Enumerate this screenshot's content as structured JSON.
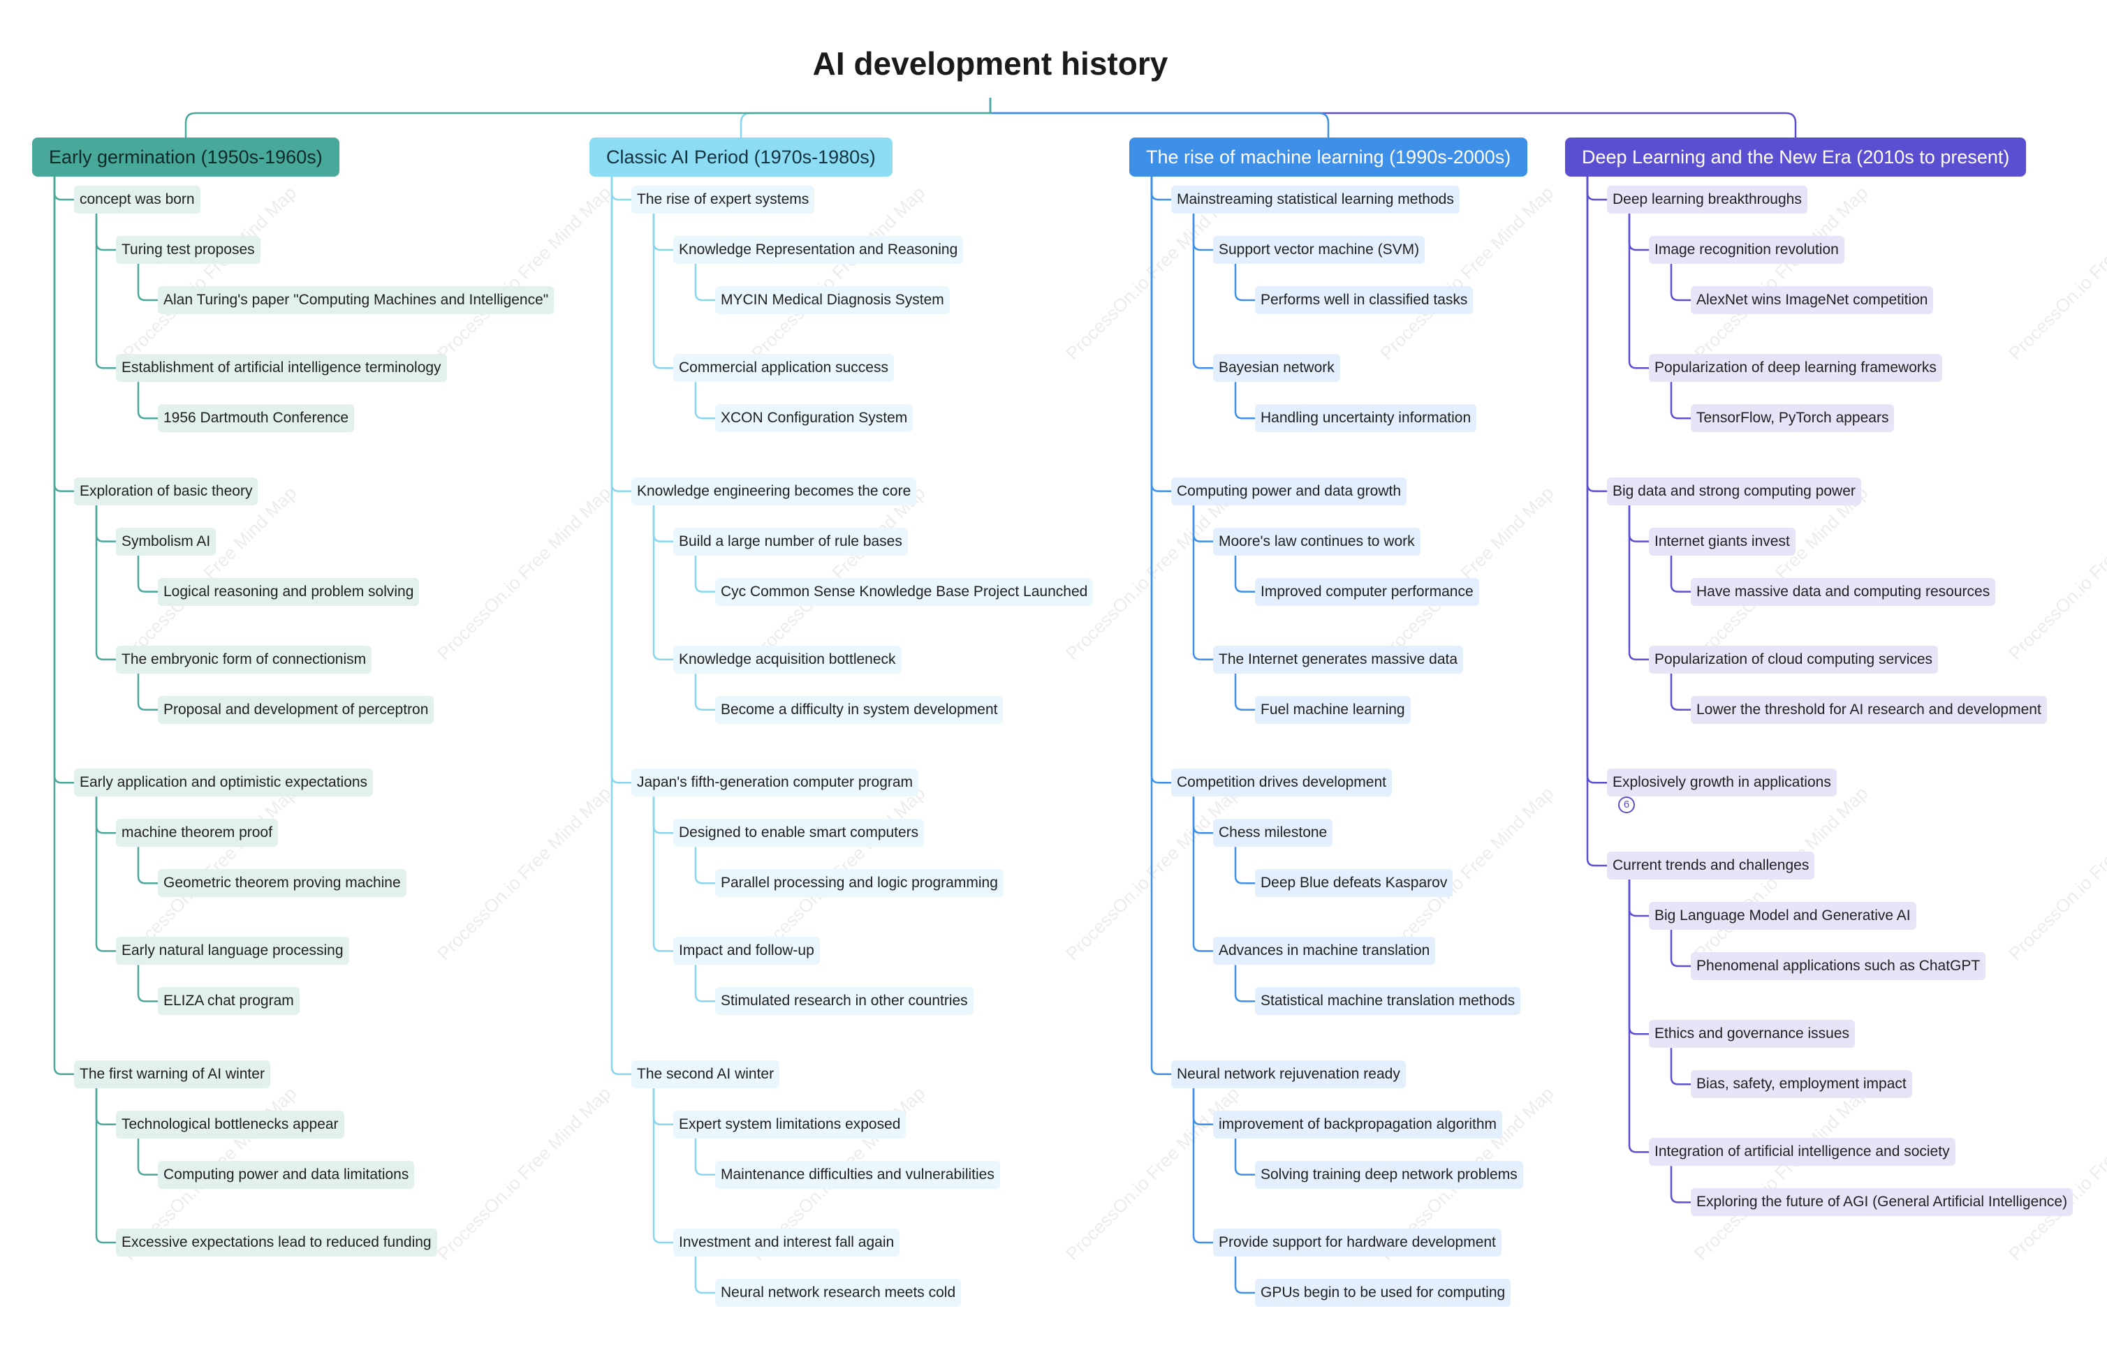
{
  "title": "AI development history",
  "watermark_text": "ProcessOn.io Free Mind Map",
  "branches": [
    {
      "label": "Early germination (1950s-1960s)",
      "color": "#48a89a",
      "bg": "#48a89a",
      "text_color": "#0f2b27",
      "node_bg": "#e2f1ee",
      "children": [
        {
          "label": "concept was born",
          "children": [
            {
              "label": "Turing test proposes",
              "children": [
                {
                  "label": "Alan Turing's paper \"Computing Machines and Intelligence\""
                }
              ]
            },
            {
              "label": "Establishment of artificial intelligence terminology",
              "children": [
                {
                  "label": "1956 Dartmouth Conference"
                }
              ]
            }
          ]
        },
        {
          "label": "Exploration of basic theory",
          "children": [
            {
              "label": "Symbolism AI",
              "children": [
                {
                  "label": "Logical reasoning and problem solving"
                }
              ]
            },
            {
              "label": "The embryonic form of connectionism",
              "children": [
                {
                  "label": "Proposal and development of perceptron"
                }
              ]
            }
          ]
        },
        {
          "label": "Early application and optimistic expectations",
          "children": [
            {
              "label": "machine theorem proof",
              "children": [
                {
                  "label": "Geometric theorem proving machine"
                }
              ]
            },
            {
              "label": "Early natural language processing",
              "children": [
                {
                  "label": "ELIZA chat program"
                }
              ]
            }
          ]
        },
        {
          "label": "The first warning of AI winter",
          "children": [
            {
              "label": "Technological bottlenecks appear",
              "children": [
                {
                  "label": "Computing power and data limitations"
                }
              ]
            },
            {
              "label": "Excessive expectations lead to reduced funding",
              "children": []
            }
          ]
        }
      ]
    },
    {
      "label": "Classic AI Period (1970s-1980s)",
      "color": "#86d6ef",
      "bg": "#8cdcf4",
      "text_color": "#14323f",
      "node_bg": "#eaf7fc",
      "children": [
        {
          "label": "The rise of expert systems",
          "children": [
            {
              "label": "Knowledge Representation and Reasoning",
              "children": [
                {
                  "label": "MYCIN Medical Diagnosis System"
                }
              ]
            },
            {
              "label": "Commercial application success",
              "children": [
                {
                  "label": "XCON Configuration System"
                }
              ]
            }
          ]
        },
        {
          "label": "Knowledge engineering becomes the core",
          "children": [
            {
              "label": "Build a large number of rule bases",
              "children": [
                {
                  "label": "Cyc Common Sense Knowledge Base Project Launched"
                }
              ]
            },
            {
              "label": "Knowledge acquisition bottleneck",
              "children": [
                {
                  "label": "Become a difficulty in system development"
                }
              ]
            }
          ]
        },
        {
          "label": "Japan's fifth-generation computer program",
          "children": [
            {
              "label": "Designed to enable smart computers",
              "children": [
                {
                  "label": "Parallel processing and logic programming"
                }
              ]
            },
            {
              "label": "Impact and follow-up",
              "children": [
                {
                  "label": "Stimulated research in other countries"
                }
              ]
            }
          ]
        },
        {
          "label": "The second AI winter",
          "children": [
            {
              "label": "Expert system limitations exposed",
              "children": [
                {
                  "label": "Maintenance difficulties and vulnerabilities"
                }
              ]
            },
            {
              "label": "Investment and interest fall again",
              "children": [
                {
                  "label": "Neural network research meets cold"
                }
              ]
            }
          ]
        }
      ]
    },
    {
      "label": "The rise of machine learning (1990s-2000s)",
      "color": "#3d8fe8",
      "bg": "#3d8fe8",
      "text_color": "#ffffff",
      "node_bg": "#e3effc",
      "children": [
        {
          "label": "Mainstreaming statistical learning methods",
          "children": [
            {
              "label": "Support vector machine (SVM)",
              "children": [
                {
                  "label": "Performs well in classified tasks"
                }
              ]
            },
            {
              "label": "Bayesian network",
              "children": [
                {
                  "label": "Handling uncertainty information"
                }
              ]
            }
          ]
        },
        {
          "label": "Computing power and data growth",
          "children": [
            {
              "label": "Moore's law continues to work",
              "children": [
                {
                  "label": "Improved computer performance"
                }
              ]
            },
            {
              "label": "The Internet generates massive data",
              "children": [
                {
                  "label": "Fuel machine learning"
                }
              ]
            }
          ]
        },
        {
          "label": "Competition drives development",
          "children": [
            {
              "label": "Chess milestone",
              "children": [
                {
                  "label": "Deep Blue defeats Kasparov"
                }
              ]
            },
            {
              "label": "Advances in machine translation",
              "children": [
                {
                  "label": "Statistical machine translation methods"
                }
              ]
            }
          ]
        },
        {
          "label": "Neural network rejuvenation ready",
          "children": [
            {
              "label": "improvement of backpropagation algorithm",
              "children": [
                {
                  "label": "Solving training deep network problems"
                }
              ]
            },
            {
              "label": "Provide support for hardware development",
              "children": [
                {
                  "label": "GPUs begin to be used for computing"
                }
              ]
            }
          ]
        }
      ]
    },
    {
      "label": "Deep Learning and the New Era (2010s to present)",
      "color": "#5b4fd1",
      "bg": "#5b4fd1",
      "text_color": "#ffffff",
      "node_bg": "#e8e4f8",
      "children": [
        {
          "label": "Deep learning breakthroughs",
          "children": [
            {
              "label": "Image recognition revolution",
              "children": [
                {
                  "label": "AlexNet wins ImageNet competition"
                }
              ]
            },
            {
              "label": "Popularization of deep learning frameworks",
              "children": [
                {
                  "label": "TensorFlow, PyTorch appears"
                }
              ]
            }
          ]
        },
        {
          "label": "Big data and strong computing power",
          "children": [
            {
              "label": "Internet giants invest",
              "children": [
                {
                  "label": "Have massive data and computing resources"
                }
              ]
            },
            {
              "label": "Popularization of cloud computing services",
              "children": [
                {
                  "label": "Lower the threshold for AI research and development"
                }
              ]
            }
          ]
        },
        {
          "label": "Explosively growth in applications",
          "collapsed_count": "6",
          "children": []
        },
        {
          "label": "Current trends and challenges",
          "children": [
            {
              "label": "Big Language Model and Generative AI",
              "children": [
                {
                  "label": "Phenomenal applications such as ChatGPT"
                }
              ]
            },
            {
              "label": "Ethics and governance issues",
              "children": [
                {
                  "label": "Bias, safety, employment impact"
                }
              ]
            },
            {
              "label": "Integration of artificial intelligence and society",
              "children": [
                {
                  "label": "Exploring the future of AGI (General Artificial Intelligence)"
                }
              ]
            }
          ]
        }
      ]
    }
  ]
}
